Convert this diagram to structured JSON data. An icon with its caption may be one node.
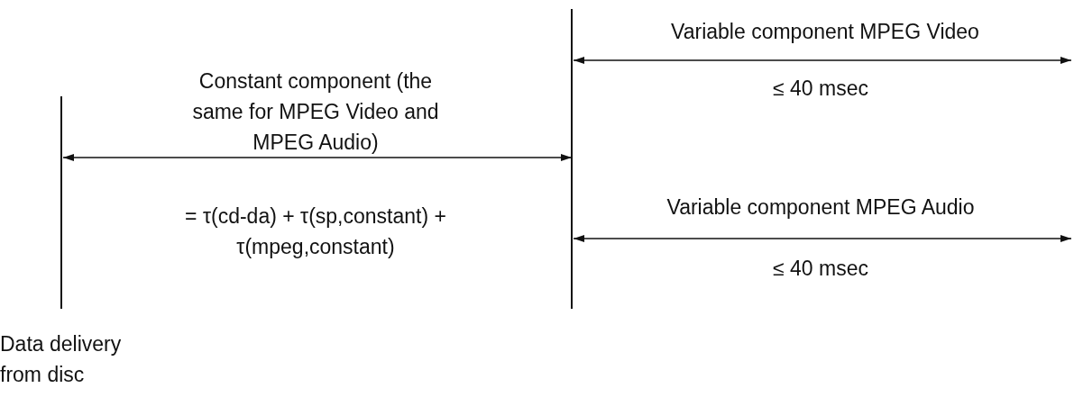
{
  "diagram": {
    "labels": [
      "Variable component MPEG Video",
      "Constant component (the same for MPEG Video and MPEG Audio)",
      "≤ 40 msec",
      "Variable component MPEG Audio",
      "= τ(cd-da) + τ(sp,constant) + τ(mpeg,constant)",
      "≤ 40 msec",
      "Data delivery from disc"
    ]
  }
}
